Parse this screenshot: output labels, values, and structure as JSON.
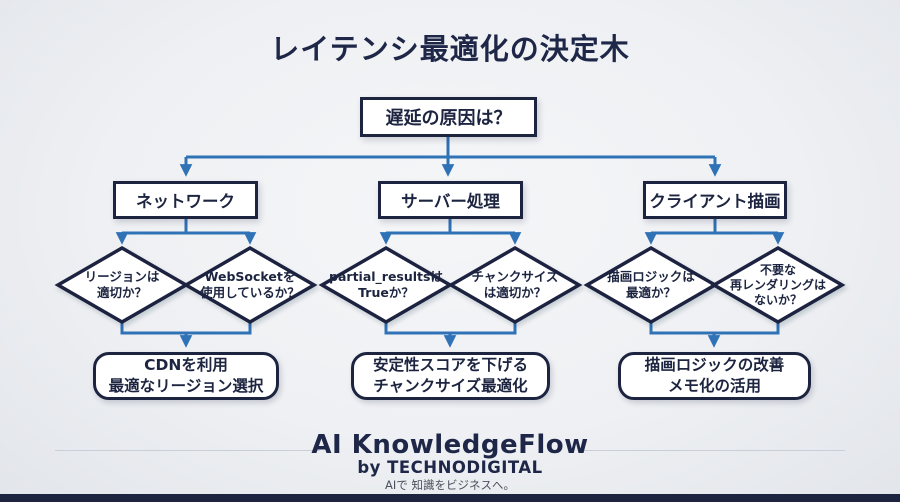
{
  "title": "レイテンシ最適化の決定木",
  "tree": {
    "root": "遅延の原因は？",
    "branches": [
      {
        "label": "ネットワーク",
        "questions": [
          "リージョンは\n適切か？",
          "WebSocketを\n使用しているか？"
        ],
        "action": "CDNを利用\n最適なリージョン選択"
      },
      {
        "label": "サーバー処理",
        "questions": [
          "partial_resultsは\nTrueか？",
          "チャンクサイズ\nは適切か？"
        ],
        "action": "安定性スコアを下げる\nチャンクサイズ最適化"
      },
      {
        "label": "クライアント描画",
        "questions": [
          "描画ロジックは\n最適か？",
          "不要な\n再レンダリングは\nないか？"
        ],
        "action": "描画ロジックの改善\nメモ化の活用"
      }
    ]
  },
  "footer": {
    "brand": "AI KnowledgeFlow",
    "byline": "by TECHNODIGITAL",
    "tagline": "AIで 知識をビジネスへ。"
  },
  "colors": {
    "navy": "#1c2440",
    "arrow_blue": "#2f72b6",
    "node_fill": "#ffffff",
    "background": "#eef0f3"
  }
}
